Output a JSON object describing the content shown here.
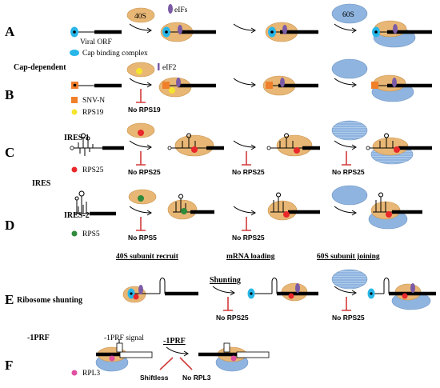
{
  "rows": {
    "A": {
      "letter": "A"
    },
    "B": {
      "letter": "B"
    },
    "C": {
      "letter": "C"
    },
    "D": {
      "letter": "D"
    },
    "E": {
      "letter": "E"
    },
    "F": {
      "letter": "F"
    }
  },
  "section_labels": {
    "cap_dependent": "Cap-dependent",
    "ires": "IRES",
    "ribosome_shunting": "Ribosome shunting",
    "prf": "-1PRF"
  },
  "labels": {
    "s40": "40S",
    "s60": "60S",
    "eifs": "eIFs",
    "eif2": "eIF2",
    "viral_orf": "Viral ORF",
    "cap_binding_complex": "Cap binding complex",
    "snv_n": "SNV-N",
    "rps19": "RPS19",
    "ires1": "IRES-1",
    "ires2": "IRES-2",
    "rps25": "RPS25",
    "rps5": "RPS5",
    "rpl3": "RPL3",
    "prf_signal": "-1PRF signal",
    "shunting": "Shunting",
    "prf_step": "-1PRF"
  },
  "inhibitions": {
    "no_rps19": "No RPS19",
    "no_rps25": "No RPS25",
    "no_rps5": "No RPS5",
    "shiftless": "Shiftless",
    "no_rpl3": "No RPL3"
  },
  "stages": {
    "recruit": "40S subunit recruit",
    "loading": "mRNA loading",
    "joining": "60S subunit joining"
  },
  "colors": {
    "small_subunit": "#e8b775",
    "large_subunit": "#8fb4df",
    "cap": "#28b6e8",
    "eif": "#7b5ba6",
    "snv_n": "#f07f2a",
    "rps19": "#f5e52e",
    "rps25": "#e8282b",
    "rps5": "#2e8b3a",
    "rpl3": "#e04fa0",
    "inhibition": "#d23b3b"
  }
}
